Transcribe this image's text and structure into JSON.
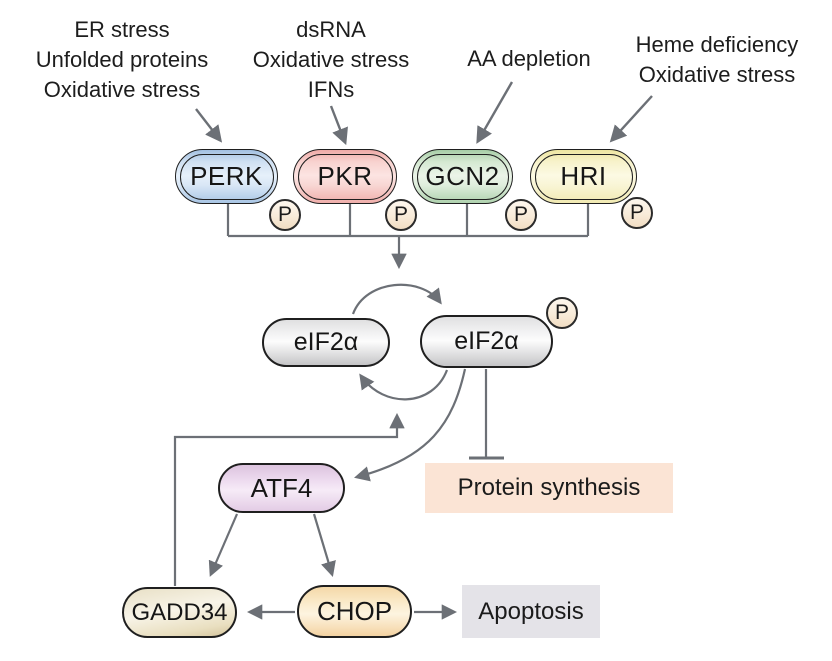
{
  "diagram": {
    "stressors": {
      "perk": [
        "ER stress",
        "Unfolded proteins",
        "Oxidative stress"
      ],
      "pkr": [
        "dsRNA",
        "Oxidative stress",
        "IFNs"
      ],
      "gcn2": [
        "AA depletion"
      ],
      "hri": [
        "Heme deficiency",
        "Oxidative stress"
      ]
    },
    "kinases": [
      {
        "id": "perk",
        "label": "PERK"
      },
      {
        "id": "pkr",
        "label": "PKR"
      },
      {
        "id": "gcn2",
        "label": "GCN2"
      },
      {
        "id": "hri",
        "label": "HRI"
      }
    ],
    "phosphate": "P",
    "eif2a": "eIF2α",
    "eif2a_phospho": "eIF2α",
    "atf4": "ATF4",
    "gadd34": "GADD34",
    "chop": "CHOP",
    "protein_synthesis": "Protein synthesis",
    "apoptosis": "Apoptosis",
    "colors": {
      "arrow": "#6c7076",
      "outline": "#1f1f1f",
      "perk_fill": "#e6f0fa",
      "perk_edge": "#a2c0e1",
      "pkr_fill": "#fce4e2",
      "pkr_edge": "#eea9a6",
      "gcn2_fill": "#ebf4e8",
      "gcn2_edge": "#a6cda6",
      "hri_fill": "#fcfae3",
      "hri_edge": "#eee5a0",
      "eif2a_fill": "#ededee",
      "atf4_fill": "#f6ebf7",
      "gadd34_fill": "#f8f4e8",
      "chop_fill": "#fdf4e0",
      "phosphate_fill": "#f8ebd9",
      "protein_synthesis_bg": "#fbe4d5",
      "apoptosis_bg": "#e4e3e8"
    }
  }
}
